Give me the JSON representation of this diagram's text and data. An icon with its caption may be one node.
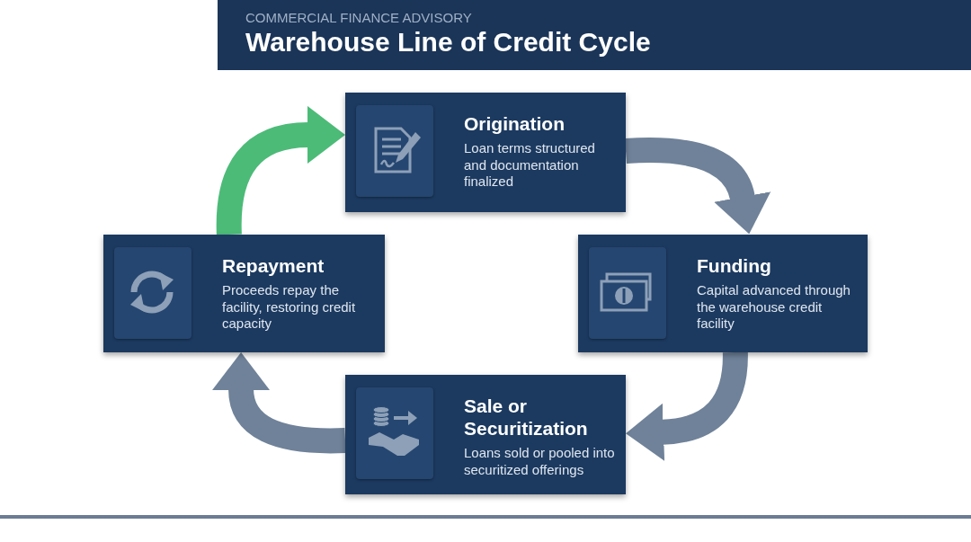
{
  "diagram": {
    "title": "Warehouse Line of Credit Cycle",
    "nodes": [
      {
        "text": [
          "Origination",
          "Loan terms structured and documentation finalized"
        ]
      },
      {
        "text": [
          "Funding",
          "Capital advanced through the warehouse credit facility"
        ]
      },
      {
        "text": [
          "Sale or Securitization",
          "Loans sold or pooled into securitized offerings"
        ]
      },
      {
        "text": [
          "Repayment",
          "Proceeds repay the facility, restoring credit capacity"
        ]
      }
    ],
    "edges": [
      {
        "from": 0,
        "to": 1,
        "arrow": "to"
      },
      {
        "from": 1,
        "to": 2,
        "arrow": "to"
      },
      {
        "from": 2,
        "to": 3,
        "arrow": "to"
      },
      {
        "from": 3,
        "to": 0,
        "arrow": "to",
        "color": "#4cbb78"
      }
    ],
    "labels": [
      "COMMERCIAL FINANCE ADVISORY"
    ]
  }
}
